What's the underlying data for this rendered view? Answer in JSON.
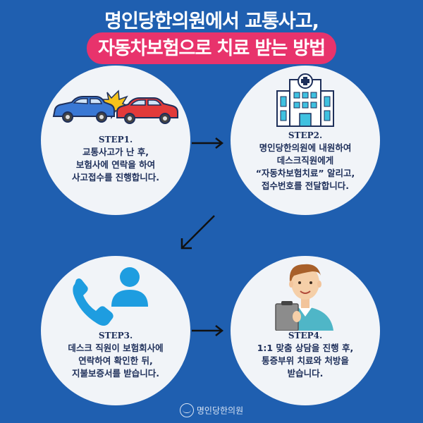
{
  "header": {
    "title_line1": "명인당한의원에서 교통사고,",
    "title_line2": "자동차보험으로 치료 받는 방법"
  },
  "steps": [
    {
      "label": "STEP1.",
      "lines": [
        "교통사고가 난 후,",
        "보험사에 연락을 하여",
        "사고접수를 진행합니다."
      ],
      "icon": "car-crash-icon"
    },
    {
      "label": "STEP2.",
      "lines": [
        "명인당한의원에 내원하여",
        "데스크직원에게",
        "“자동차보험치료” 알리고,",
        "접수번호를 전달합니다."
      ],
      "icon": "hospital-building-icon"
    },
    {
      "label": "STEP3.",
      "lines": [
        "데스크 직원이 보험회사에",
        "연락하여 확인한 뒤,",
        "지불보증서를 받습니다."
      ],
      "icon": "phone-person-icon"
    },
    {
      "label": "STEP4.",
      "lines": [
        "1:1 맞춤 상담을 진행 후,",
        "통증부위 치료와 처방을",
        "받습니다."
      ],
      "icon": "doctor-clipboard-icon"
    }
  ],
  "footer": {
    "brand": "명인당한의원"
  },
  "colors": {
    "background": "#1f5fb0",
    "accent_pink": "#e8336c",
    "circle": "#f1f4f8",
    "text_dark": "#1e2f5a"
  }
}
